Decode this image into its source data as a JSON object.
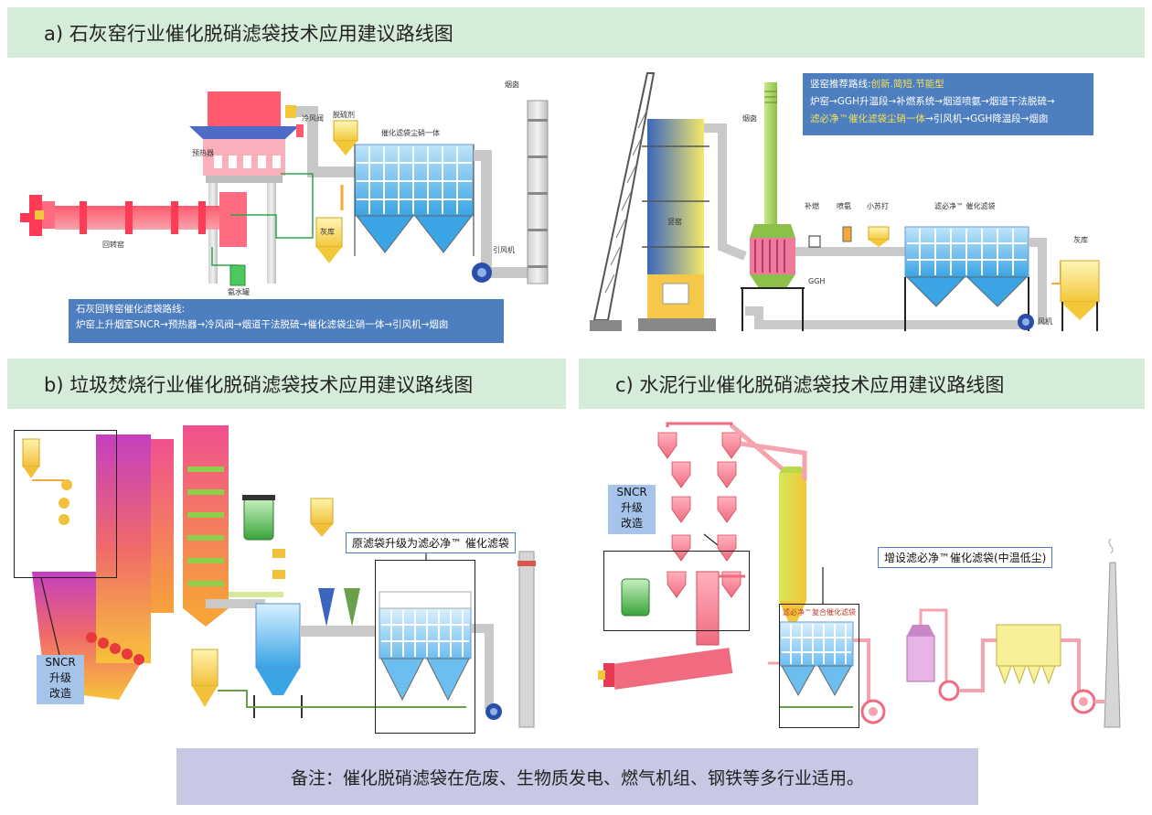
{
  "headers": {
    "a": "a) 石灰窑行业催化脱硝滤袋技术应用建议路线图",
    "b": "b) 垃圾焚烧行业催化脱硝滤袋技术应用建议路线图",
    "c": "c) 水泥行业催化脱硝滤袋技术应用建议路线图"
  },
  "panel_a_left": {
    "labels": {
      "preheater": "预热器",
      "cold_air_valve": "冷风阀",
      "desulfurizer": "脱硫剂",
      "bag_unit": "催化滤袋尘硝一体",
      "chimney": "烟囱",
      "ash_silo": "灰库",
      "induced_fan": "引风机",
      "ammonia_tank": "氨水罐",
      "rotary_kiln": "回转窑"
    },
    "route_title": "石灰回转窑催化滤袋路线:",
    "route_text": "炉窑上升烟室SNCR→预热器→冷风阀→烟道干法脱硫→催化滤袋尘硝一体→引风机→烟囱"
  },
  "panel_a_right": {
    "route_title_prefix": "竖窑推荐路线:",
    "route_title_highlight": "创新.简短.节能型",
    "route_line2": "炉窑→GGH升温段→补燃系统→烟道喷氨→烟道干法脱硫→",
    "route_line3_highlight": "滤必净™催化滤袋尘硝一体",
    "route_line3_rest": "→引风机→GGH降温段→烟囱",
    "labels": {
      "chimney": "烟囱",
      "shaft_kiln": "竖窑",
      "burner": "补燃",
      "ammonia_spray": "喷氨",
      "soda": "小苏打",
      "bag_filter": "滤必净™ 催化滤袋",
      "ash_silo": "灰库",
      "ggh": "GGH",
      "fan": "风机"
    }
  },
  "panel_b": {
    "upgrade_label": "原滤袋升级为滤必净™ 催化滤袋",
    "sncr_line1": "SNCR",
    "sncr_line2": "升级",
    "sncr_line3": "改造"
  },
  "panel_c": {
    "sncr_line1": "SNCR",
    "sncr_line2": "升级",
    "sncr_line3": "改造",
    "add_label": "增设滤必净™催化滤袋(中温低尘)",
    "bag_title": "滤必净™复合催化滤袋"
  },
  "note": "备注：催化脱硝滤袋在危废、生物质发电、燃气机组、钢铁等多行业适用。"
}
